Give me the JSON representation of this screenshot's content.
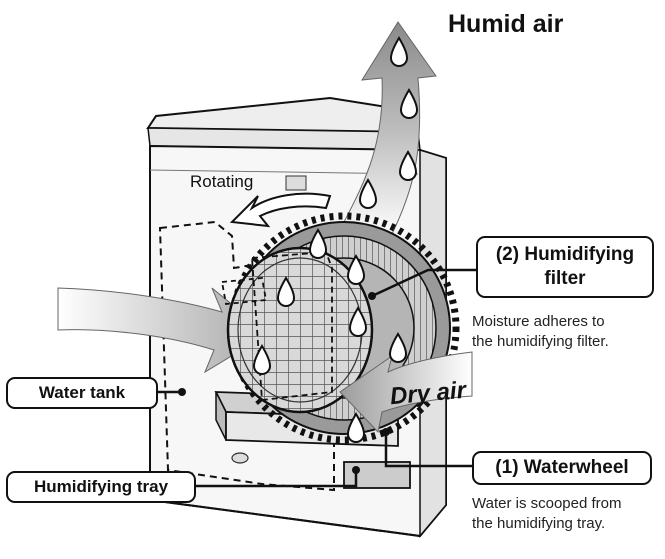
{
  "labels": {
    "humid_air": "Humid air",
    "rotating": "Rotating",
    "dry_air": "Dry air",
    "filter_title_line1": "(2) Humidifying",
    "filter_title_line2": "filter",
    "filter_note_line1": "Moisture adheres to",
    "filter_note_line2": "the humidifying filter.",
    "water_tank": "Water tank",
    "waterwheel": "(1) Waterwheel",
    "waterwheel_note_line1": "Water is scooped from",
    "waterwheel_note_line2": "the humidifying tray.",
    "humidifying_tray": "Humidifying tray"
  },
  "colors": {
    "outline": "#111111",
    "device_fill": "#f7f7f7",
    "arrow_gray": "#9a9a9a",
    "filter_gray": "#8c8c8c",
    "drop_fill": "#ffffff"
  },
  "icons": [
    "water-drop-icon",
    "rotation-arrow-icon"
  ]
}
